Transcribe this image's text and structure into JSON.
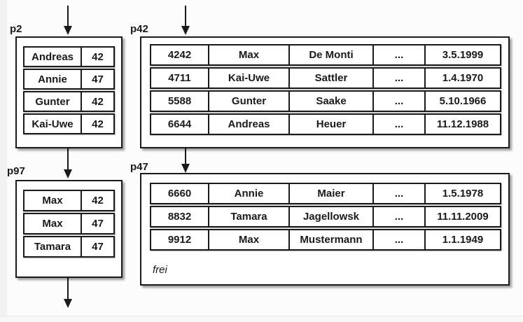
{
  "diagram": {
    "background_color": "#fcfcfc",
    "stroke_color": "#1a1a1a",
    "pages": [
      {
        "label": "p2",
        "rows": [
          [
            "Andreas",
            "42"
          ],
          [
            "Annie",
            "47"
          ],
          [
            "Gunter",
            "42"
          ],
          [
            "Kai-Uwe",
            "42"
          ]
        ]
      },
      {
        "label": "p42",
        "rows": [
          [
            "4242",
            "Max",
            "De Monti",
            "...",
            "3.5.1999"
          ],
          [
            "4711",
            "Kai-Uwe",
            "Sattler",
            "...",
            "1.4.1970"
          ],
          [
            "5588",
            "Gunter",
            "Saake",
            "...",
            "5.10.1966"
          ],
          [
            "6644",
            "Andreas",
            "Heuer",
            "...",
            "11.12.1988"
          ]
        ]
      },
      {
        "label": "p97",
        "rows": [
          [
            "Max",
            "42"
          ],
          [
            "Max",
            "47"
          ],
          [
            "Tamara",
            "47"
          ]
        ]
      },
      {
        "label": "p47",
        "rows": [
          [
            "6660",
            "Annie",
            "Maier",
            "...",
            "1.5.1978"
          ],
          [
            "8832",
            "Tamara",
            "Jagellowsk",
            "...",
            "11.11.2009"
          ],
          [
            "9912",
            "Max",
            "Mustermann",
            "...",
            "1.1.1949"
          ]
        ],
        "footer_label": "frei"
      }
    ],
    "arrows": [
      {
        "name": "arrow-into-p2"
      },
      {
        "name": "arrow-into-p42"
      },
      {
        "name": "arrow-p2-to-p97"
      },
      {
        "name": "arrow-p42-to-p47"
      },
      {
        "name": "arrow-out-of-p97"
      }
    ]
  }
}
